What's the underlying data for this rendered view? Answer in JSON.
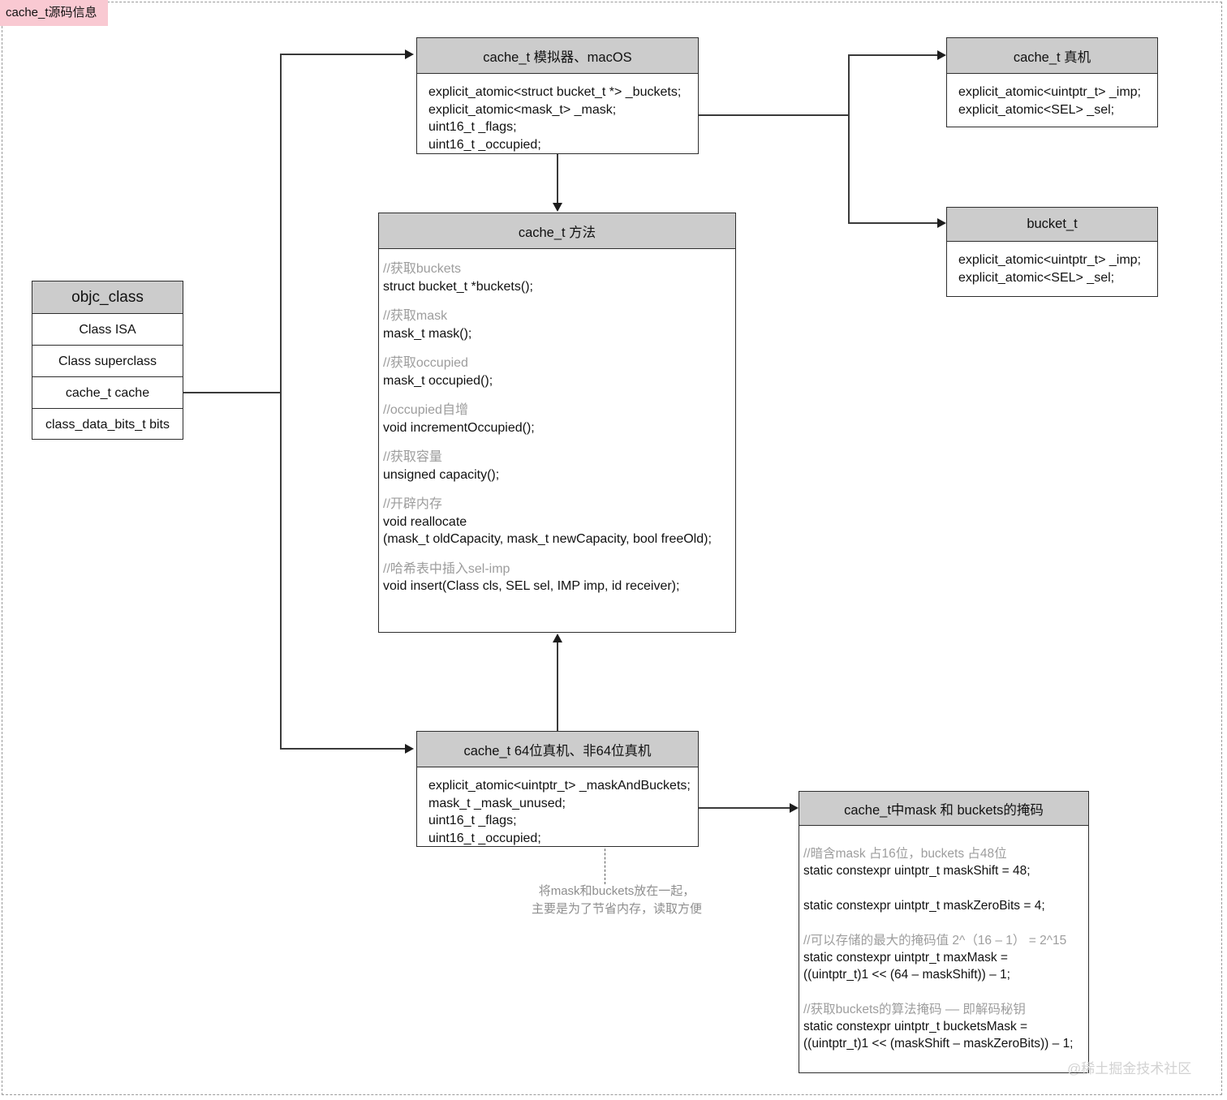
{
  "page": {
    "tag_label": "cache_t源码信息",
    "watermark": "@稀土掘金技术社区",
    "colors": {
      "header_fill": "#cccccc",
      "border": "#2e2e2e",
      "tag_bg": "#f9c9d2",
      "comment_text": "#9d9d9d",
      "note_text": "#8e8e8e"
    }
  },
  "boxes": {
    "objc_class": {
      "title": "objc_class",
      "rows": [
        "Class ISA",
        "Class superclass",
        "cache_t cache",
        "class_data_bits_t bits"
      ]
    },
    "cache_sim": {
      "title": "cache_t 模拟器、macOS",
      "lines": [
        "explicit_atomic<struct bucket_t *> _buckets;",
        "explicit_atomic<mask_t> _mask;",
        "uint16_t _flags;",
        "uint16_t _occupied;"
      ]
    },
    "cache_device": {
      "title": "cache_t 真机",
      "lines": [
        "explicit_atomic<uintptr_t> _imp;",
        "explicit_atomic<SEL> _sel;"
      ]
    },
    "bucket_t": {
      "title": "bucket_t",
      "lines": [
        "explicit_atomic<uintptr_t> _imp;",
        "explicit_atomic<SEL> _sel;"
      ]
    },
    "cache_methods": {
      "title": "cache_t 方法",
      "groups": [
        {
          "comment": "//获取buckets",
          "code": [
            "struct bucket_t *buckets();"
          ]
        },
        {
          "comment": "//获取mask",
          "code": [
            "mask_t mask();"
          ]
        },
        {
          "comment": "//获取occupied",
          "code": [
            "mask_t occupied();"
          ]
        },
        {
          "comment": "//occupied自增",
          "code": [
            "void incrementOccupied();"
          ]
        },
        {
          "comment": "//获取容量",
          "code": [
            "unsigned capacity();"
          ]
        },
        {
          "comment": "//开辟内存",
          "code": [
            "void reallocate",
            "(mask_t oldCapacity, mask_t newCapacity, bool freeOld);"
          ]
        },
        {
          "comment": "//哈希表中插入sel-imp",
          "code": [
            "void insert(Class cls, SEL sel, IMP imp, id receiver);"
          ]
        }
      ]
    },
    "cache_real64": {
      "title": "cache_t 64位真机、非64位真机",
      "lines": [
        "explicit_atomic<uintptr_t> _maskAndBuckets;",
        "mask_t _mask_unused;",
        "uint16_t _flags;",
        "uint16_t _occupied;"
      ]
    },
    "mask_code": {
      "title": "cache_t中mask 和 buckets的掩码",
      "groups": [
        {
          "comment": "//暗含mask 占16位，buckets 占48位",
          "code": [
            "static constexpr uintptr_t maskShift = 48;"
          ]
        },
        {
          "comment": "",
          "code": [
            "static constexpr uintptr_t maskZeroBits = 4;"
          ]
        },
        {
          "comment": "//可以存储的最大的掩码值 2^（16 – 1） = 2^15",
          "code": [
            "static constexpr uintptr_t maxMask =",
            "((uintptr_t)1 << (64 – maskShift)) – 1;"
          ]
        },
        {
          "comment": "//获取buckets的算法掩码 –– 即解码秘钥",
          "code": [
            "static constexpr uintptr_t bucketsMask =",
            "((uintptr_t)1 << (maskShift – maskZeroBits)) – 1;"
          ]
        }
      ]
    }
  },
  "notes": {
    "mask_buckets_note_line1": "将mask和buckets放在一起，",
    "mask_buckets_note_line2": "主要是为了节省内存，读取方便"
  }
}
